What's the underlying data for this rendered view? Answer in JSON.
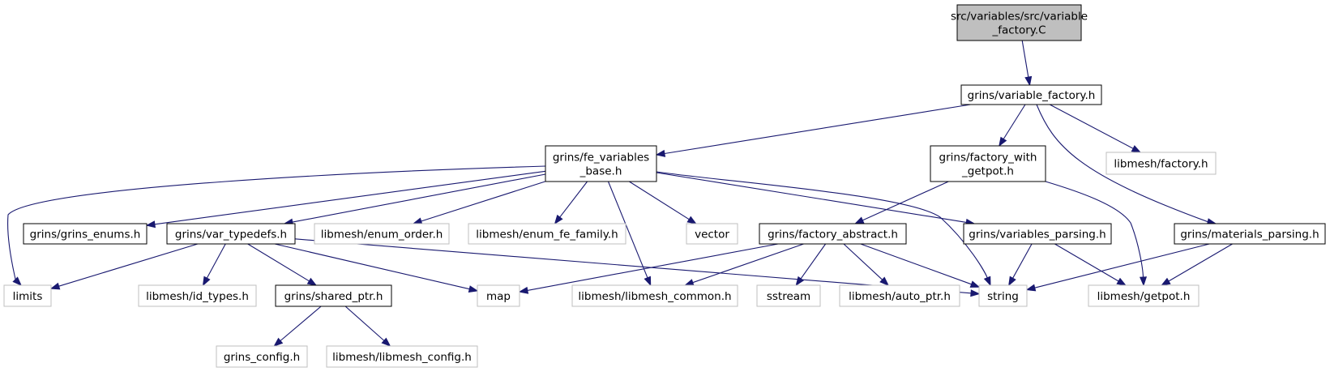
{
  "colors": {
    "edge": "#191970",
    "root_fill": "#bfbfbf",
    "box_stroke": "#000000",
    "external_stroke": "#bfbfbf",
    "text": "#000000"
  },
  "nodes": [
    {
      "id": "variable_factory_C",
      "kind": "root",
      "lines": [
        "src/variables/src/variable",
        "_factory.C"
      ]
    },
    {
      "id": "variable_factory_h",
      "kind": "documented",
      "lines": [
        "grins/variable_factory.h"
      ]
    },
    {
      "id": "fe_variables_base_h",
      "kind": "documented",
      "lines": [
        "grins/fe_variables",
        "_base.h"
      ]
    },
    {
      "id": "factory_with_getpot_h",
      "kind": "documented",
      "lines": [
        "grins/factory_with",
        "_getpot.h"
      ]
    },
    {
      "id": "libmesh_factory_h",
      "kind": "external",
      "lines": [
        "libmesh/factory.h"
      ]
    },
    {
      "id": "grins_enums_h",
      "kind": "documented",
      "lines": [
        "grins/grins_enums.h"
      ]
    },
    {
      "id": "var_typedefs_h",
      "kind": "documented",
      "lines": [
        "grins/var_typedefs.h"
      ]
    },
    {
      "id": "enum_order_h",
      "kind": "external",
      "lines": [
        "libmesh/enum_order.h"
      ]
    },
    {
      "id": "enum_fe_family_h",
      "kind": "external",
      "lines": [
        "libmesh/enum_fe_family.h"
      ]
    },
    {
      "id": "vector",
      "kind": "external",
      "lines": [
        "vector"
      ]
    },
    {
      "id": "factory_abstract_h",
      "kind": "documented",
      "lines": [
        "grins/factory_abstract.h"
      ]
    },
    {
      "id": "variables_parsing_h",
      "kind": "documented",
      "lines": [
        "grins/variables_parsing.h"
      ]
    },
    {
      "id": "materials_parsing_h",
      "kind": "documented",
      "lines": [
        "grins/materials_parsing.h"
      ]
    },
    {
      "id": "limits",
      "kind": "external",
      "lines": [
        "limits"
      ]
    },
    {
      "id": "id_types_h",
      "kind": "external",
      "lines": [
        "libmesh/id_types.h"
      ]
    },
    {
      "id": "shared_ptr_h",
      "kind": "documented",
      "lines": [
        "grins/shared_ptr.h"
      ]
    },
    {
      "id": "map",
      "kind": "external",
      "lines": [
        "map"
      ]
    },
    {
      "id": "libmesh_common_h",
      "kind": "external",
      "lines": [
        "libmesh/libmesh_common.h"
      ]
    },
    {
      "id": "sstream",
      "kind": "external",
      "lines": [
        "sstream"
      ]
    },
    {
      "id": "auto_ptr_h",
      "kind": "external",
      "lines": [
        "libmesh/auto_ptr.h"
      ]
    },
    {
      "id": "string",
      "kind": "external",
      "lines": [
        "string"
      ]
    },
    {
      "id": "getpot_h",
      "kind": "external",
      "lines": [
        "libmesh/getpot.h"
      ]
    },
    {
      "id": "grins_config_h",
      "kind": "external",
      "lines": [
        "grins_config.h"
      ]
    },
    {
      "id": "libmesh_config_h",
      "kind": "external",
      "lines": [
        "libmesh/libmesh_config.h"
      ]
    }
  ],
  "edges": [
    {
      "from": "variable_factory_C",
      "to": "variable_factory_h"
    },
    {
      "from": "variable_factory_h",
      "to": "fe_variables_base_h"
    },
    {
      "from": "variable_factory_h",
      "to": "factory_with_getpot_h"
    },
    {
      "from": "variable_factory_h",
      "to": "libmesh_factory_h"
    },
    {
      "from": "variable_factory_h",
      "to": "materials_parsing_h"
    },
    {
      "from": "fe_variables_base_h",
      "to": "limits"
    },
    {
      "from": "fe_variables_base_h",
      "to": "grins_enums_h"
    },
    {
      "from": "fe_variables_base_h",
      "to": "var_typedefs_h"
    },
    {
      "from": "fe_variables_base_h",
      "to": "enum_order_h"
    },
    {
      "from": "fe_variables_base_h",
      "to": "enum_fe_family_h"
    },
    {
      "from": "fe_variables_base_h",
      "to": "libmesh_common_h"
    },
    {
      "from": "fe_variables_base_h",
      "to": "vector"
    },
    {
      "from": "fe_variables_base_h",
      "to": "variables_parsing_h"
    },
    {
      "from": "fe_variables_base_h",
      "to": "string"
    },
    {
      "from": "factory_with_getpot_h",
      "to": "factory_abstract_h"
    },
    {
      "from": "factory_with_getpot_h",
      "to": "getpot_h"
    },
    {
      "from": "var_typedefs_h",
      "to": "limits"
    },
    {
      "from": "var_typedefs_h",
      "to": "id_types_h"
    },
    {
      "from": "var_typedefs_h",
      "to": "shared_ptr_h"
    },
    {
      "from": "var_typedefs_h",
      "to": "map"
    },
    {
      "from": "var_typedefs_h",
      "to": "string"
    },
    {
      "from": "factory_abstract_h",
      "to": "map"
    },
    {
      "from": "factory_abstract_h",
      "to": "libmesh_common_h"
    },
    {
      "from": "factory_abstract_h",
      "to": "sstream"
    },
    {
      "from": "factory_abstract_h",
      "to": "auto_ptr_h"
    },
    {
      "from": "factory_abstract_h",
      "to": "string"
    },
    {
      "from": "variables_parsing_h",
      "to": "string"
    },
    {
      "from": "variables_parsing_h",
      "to": "getpot_h"
    },
    {
      "from": "materials_parsing_h",
      "to": "string"
    },
    {
      "from": "materials_parsing_h",
      "to": "getpot_h"
    },
    {
      "from": "shared_ptr_h",
      "to": "grins_config_h"
    },
    {
      "from": "shared_ptr_h",
      "to": "libmesh_config_h"
    }
  ]
}
